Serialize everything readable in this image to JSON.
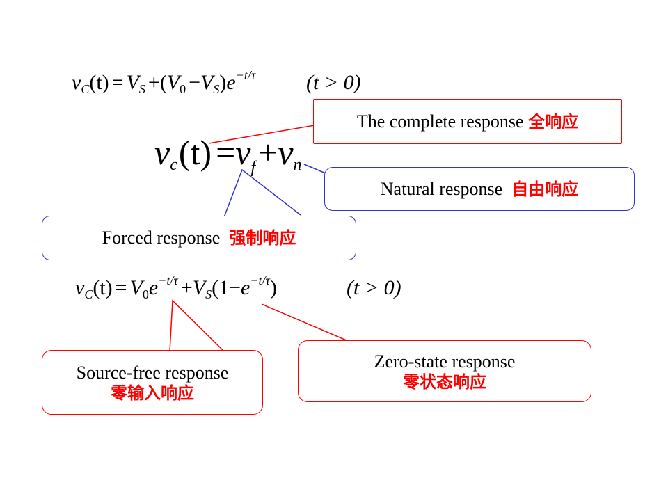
{
  "colors": {
    "red": "#ff0000",
    "blue": "#3333cc",
    "black": "#000000"
  },
  "equations": {
    "complete": {
      "lhs_v": "v",
      "lhs_sub": "C",
      "lhs_arg": "(t)",
      "eq": "=",
      "vs": "V",
      "vs_sub": "S",
      "plus": "+",
      "open": "(",
      "v0": "V",
      "v0_sub": "0",
      "minus": "−",
      "vs2": "V",
      "vs2_sub": "S",
      "close": ")",
      "e": "e",
      "exp": "−t/τ",
      "cond": "(t > 0)"
    },
    "decomp": {
      "v": "v",
      "v_sub": "c",
      "arg": "(t)",
      "eq": "=",
      "vf": "v",
      "vf_sub": "f",
      "plus": "+",
      "vn": "v",
      "vn_sub": "n"
    },
    "split": {
      "lhs_v": "v",
      "lhs_sub": "C",
      "lhs_arg": "(t)",
      "eq": "=",
      "v0": "V",
      "v0_sub": "0",
      "e1": "e",
      "exp1": "−t/τ",
      "plus": "+",
      "vs": "V",
      "vs_sub": "S",
      "paren_open": "(1",
      "minus": "−",
      "e2": "e",
      "exp2": "−t/τ",
      "paren_close": ")",
      "cond": "(t > 0)"
    }
  },
  "callouts": {
    "complete": {
      "en": "The complete response",
      "cn": "全响应"
    },
    "natural": {
      "en": "Natural response",
      "cn": "自由响应"
    },
    "forced": {
      "en": "Forced response",
      "cn": "强制响应"
    },
    "source_free": {
      "en": "Source-free response",
      "cn": "零输入响应"
    },
    "zero_state": {
      "en": "Zero-state response",
      "cn": "零状态响应"
    }
  }
}
